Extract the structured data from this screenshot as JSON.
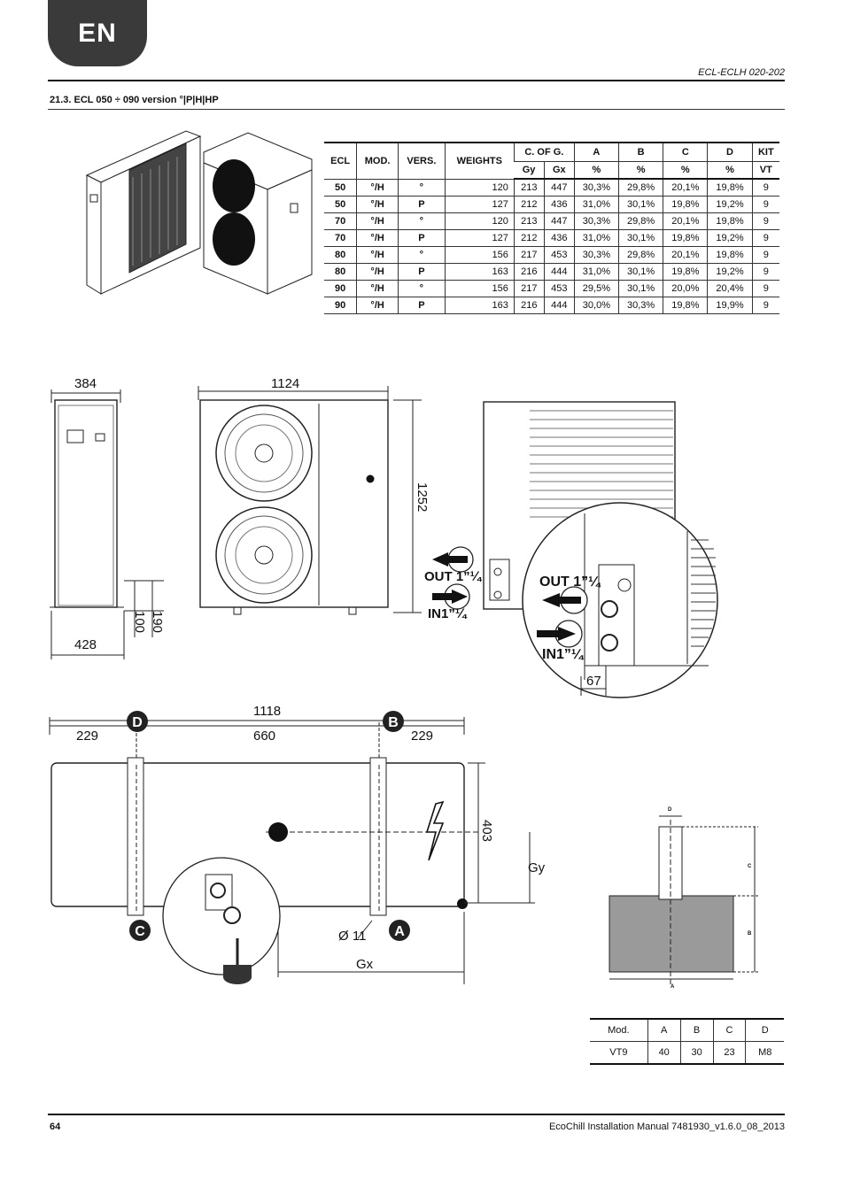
{
  "header": {
    "lang": "EN",
    "doc_code": "ECL-ECLH 020-202"
  },
  "section": {
    "title": "21.3.   ECL 050 ÷ 090 version °|P|H|HP"
  },
  "spec_table": {
    "headers_top": [
      "ECL",
      "MOD.",
      "VERS.",
      "WEIGHTS",
      "C. OF G.",
      "A",
      "B",
      "C",
      "D",
      "KIT"
    ],
    "headers_sub": [
      "Gy",
      "Gx",
      "%",
      "%",
      "%",
      "%",
      "VT"
    ],
    "rows": [
      [
        "50",
        "°/H",
        "°",
        "120",
        "213",
        "447",
        "30,3%",
        "29,8%",
        "20,1%",
        "19,8%",
        "9"
      ],
      [
        "50",
        "°/H",
        "P",
        "127",
        "212",
        "436",
        "31,0%",
        "30,1%",
        "19,8%",
        "19,2%",
        "9"
      ],
      [
        "70",
        "°/H",
        "°",
        "120",
        "213",
        "447",
        "30,3%",
        "29,8%",
        "20,1%",
        "19,8%",
        "9"
      ],
      [
        "70",
        "°/H",
        "P",
        "127",
        "212",
        "436",
        "31,0%",
        "30,1%",
        "19,8%",
        "19,2%",
        "9"
      ],
      [
        "80",
        "°/H",
        "°",
        "156",
        "217",
        "453",
        "30,3%",
        "29,8%",
        "20,1%",
        "19,8%",
        "9"
      ],
      [
        "80",
        "°/H",
        "P",
        "163",
        "216",
        "444",
        "31,0%",
        "30,1%",
        "19,8%",
        "19,2%",
        "9"
      ],
      [
        "90",
        "°/H",
        "°",
        "156",
        "217",
        "453",
        "29,5%",
        "30,1%",
        "20,0%",
        "20,4%",
        "9"
      ],
      [
        "90",
        "°/H",
        "P",
        "163",
        "216",
        "444",
        "30,0%",
        "30,3%",
        "19,8%",
        "19,9%",
        "9"
      ]
    ]
  },
  "drawing_labels": {
    "side_width": "384",
    "side_depth": "428",
    "foot_190": "190",
    "foot_100": "100",
    "front_width": "1124",
    "front_height": "1252",
    "out_label": "OUT 1”¼",
    "in_label": "IN1”¼",
    "zoom_out": "OUT 1”¼",
    "zoom_in": "IN1”¼",
    "zoom_67": "67",
    "base_total": "1118",
    "base_left": "229",
    "base_mid": "660",
    "base_right": "229",
    "base_depth": "403",
    "gy": "Gy",
    "gx": "Gx",
    "hole": "Ø 11",
    "corner_a": "A",
    "corner_b": "B",
    "corner_c": "C",
    "corner_d": "D",
    "vt_a": "A",
    "vt_b": "B",
    "vt_c": "C",
    "vt_d": "D"
  },
  "vt_table": {
    "headers": [
      "Mod.",
      "A",
      "B",
      "C",
      "D"
    ],
    "row": [
      "VT9",
      "40",
      "30",
      "23",
      "M8"
    ]
  },
  "footer": {
    "page": "64",
    "text": "EcoChill Installation Manual 7481930_v1.6.0_08_2013"
  }
}
